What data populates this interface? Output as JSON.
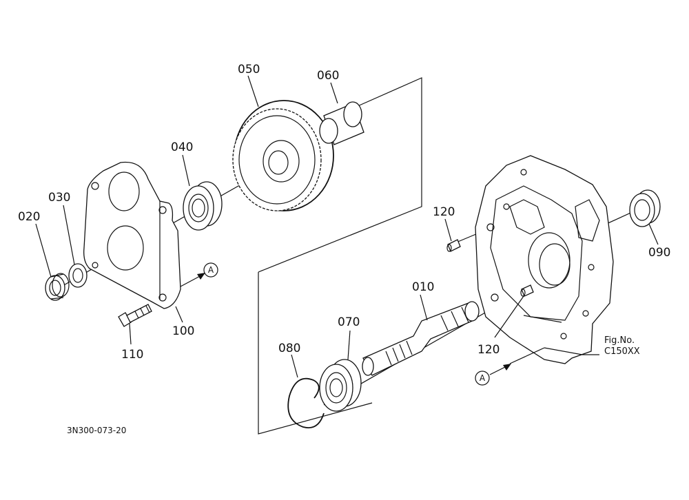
{
  "parts": [
    {
      "id": "part-010",
      "number": "010"
    },
    {
      "id": "part-020",
      "number": "020"
    },
    {
      "id": "part-030",
      "number": "030"
    },
    {
      "id": "part-040",
      "number": "040"
    },
    {
      "id": "part-050",
      "number": "050"
    },
    {
      "id": "part-060",
      "number": "060"
    },
    {
      "id": "part-070",
      "number": "070"
    },
    {
      "id": "part-080",
      "number": "080"
    },
    {
      "id": "part-090",
      "number": "090"
    },
    {
      "id": "part-100",
      "number": "100"
    },
    {
      "id": "part-110",
      "number": "110"
    },
    {
      "id": "part-120a",
      "number": "120"
    },
    {
      "id": "part-120b",
      "number": "120"
    }
  ],
  "reference_marker": "A",
  "figure": {
    "label": "Fig.No.",
    "number": "C150XX"
  },
  "drawing_code": "3N300-073-20"
}
